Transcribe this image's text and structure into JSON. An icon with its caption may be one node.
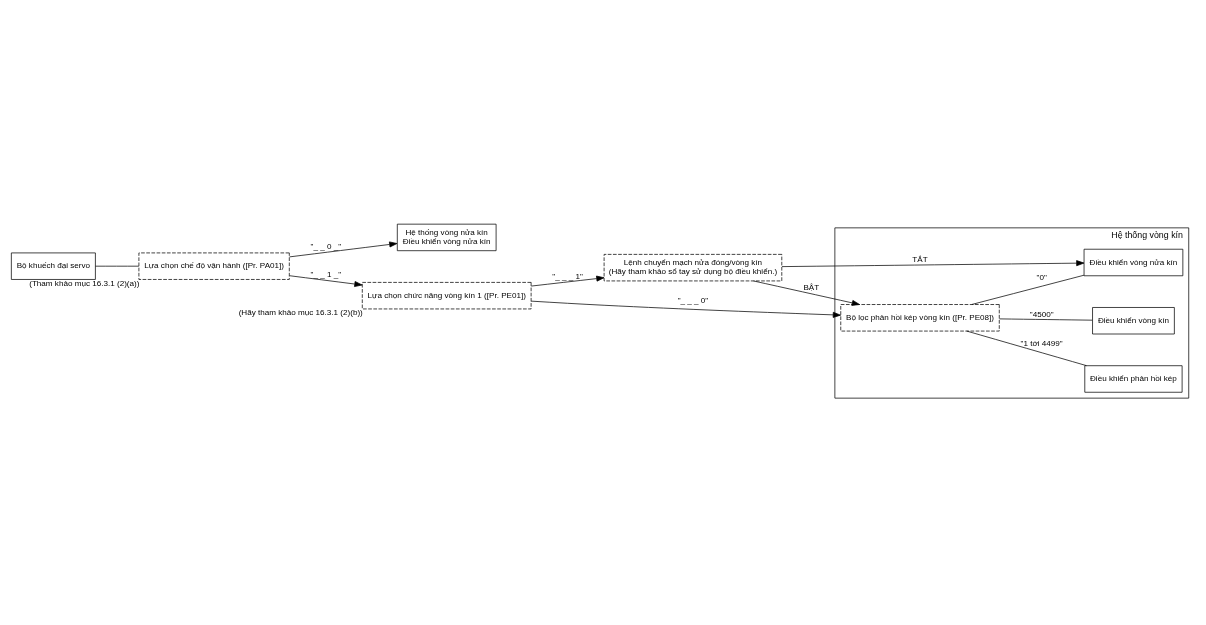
{
  "diagram": {
    "nodes": [
      {
        "text": [
          "Bộ khuếch đại servo"
        ]
      },
      {
        "text": [
          "Lựa chọn chế độ vận hành ([Pr. PA01])"
        ],
        "beside": [
          "(Tham khảo mục 16.3.1 (2)(a))"
        ]
      },
      {
        "text": [
          "Hệ thống vòng nửa kín",
          "Điều khiển vòng nửa kín"
        ]
      },
      {
        "text": [
          "Lựa chọn chức năng vòng kín 1 ([Pr. PE01])"
        ],
        "beside": [
          "(Hãy tham khảo mục 16.3.1 (2)(b))"
        ]
      },
      {
        "text": [
          "Lệnh chuyển mạch nửa đóng/vòng kín",
          "(Hãy tham khảo sổ tay sử dụng bộ điều khiển.)"
        ]
      },
      {
        "text": [
          "Hệ thống vòng kín"
        ]
      },
      {
        "text": [
          "Bộ lọc phản hồi kép vòng kín ([Pr. PE08])"
        ],
        "in": 5
      },
      {
        "text": [
          "Điều khiển vòng nửa kín"
        ],
        "in": 5
      },
      {
        "text": [
          "Điều khiển phản hồi kép"
        ],
        "in": 5
      },
      {
        "text": [
          "Điều khiển vòng kín"
        ],
        "in": 5
      }
    ],
    "edges": [
      {
        "from": 0,
        "to": 1,
        "arrow": "none"
      },
      {
        "from": 1,
        "to": 2,
        "arrow": "to",
        "label": "\"_ _ 0 _\""
      },
      {
        "from": 1,
        "to": 3,
        "arrow": "to",
        "label": "\"_ _ 1 _\""
      },
      {
        "from": 3,
        "to": 4,
        "arrow": "to",
        "label": "\"_ _ _ 1\""
      },
      {
        "from": 3,
        "to": 6,
        "arrow": "to",
        "label": "\"_ _ _ 0\""
      },
      {
        "from": 4,
        "to": 7,
        "arrow": "to",
        "label": "TẮT"
      },
      {
        "from": 4,
        "to": 6,
        "arrow": "to",
        "label": "BẬT"
      },
      {
        "from": 6,
        "to": 7,
        "arrow": "none",
        "label": "\"0\""
      },
      {
        "from": 6,
        "to": 8,
        "arrow": "none",
        "label": "\"1 tới 4499\""
      },
      {
        "from": 6,
        "to": 9,
        "arrow": "none",
        "label": "\"4500\""
      }
    ]
  }
}
